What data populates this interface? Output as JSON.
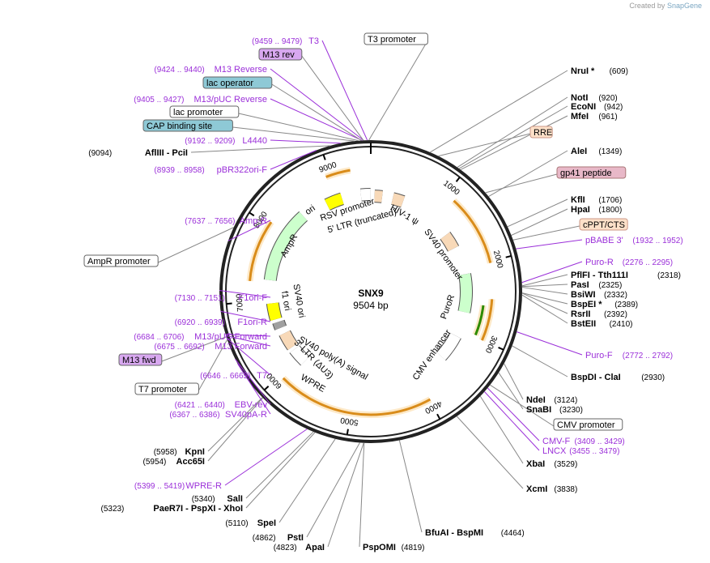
{
  "credit": {
    "prefix": "Created by",
    "brand": "SnapGene"
  },
  "plasmid": {
    "name": "SNX9",
    "length": "9504 bp",
    "total": 9504
  },
  "ticks": [
    "1000",
    "2000",
    "3000",
    "4000",
    "5000",
    "6000",
    "7000",
    "8000",
    "9000"
  ],
  "sites": [
    {
      "name": "NruI *",
      "pos": "(609)",
      "bp": 609,
      "side": "R"
    },
    {
      "name": "NotI",
      "pos": "(920)",
      "bp": 920,
      "side": "R"
    },
    {
      "name": "EcoNI",
      "pos": "(942)",
      "bp": 942,
      "side": "R"
    },
    {
      "name": "MfeI",
      "pos": "(961)",
      "bp": 961,
      "side": "R"
    },
    {
      "name": "AleI",
      "pos": "(1349)",
      "bp": 1349,
      "side": "R"
    },
    {
      "name": "KflI",
      "pos": "(1706)",
      "bp": 1706,
      "side": "R"
    },
    {
      "name": "HpaI",
      "pos": "(1800)",
      "bp": 1800,
      "side": "R"
    },
    {
      "name": "PflFI - Tth111I",
      "pos": "(2318)",
      "bp": 2318,
      "side": "R"
    },
    {
      "name": "PasI",
      "pos": "(2325)",
      "bp": 2325,
      "side": "R"
    },
    {
      "name": "BsiWI",
      "pos": "(2332)",
      "bp": 2332,
      "side": "R"
    },
    {
      "name": "BspEI *",
      "pos": "(2389)",
      "bp": 2389,
      "side": "R"
    },
    {
      "name": "RsrII",
      "pos": "(2392)",
      "bp": 2392,
      "side": "R"
    },
    {
      "name": "BstEII",
      "pos": "(2410)",
      "bp": 2410,
      "side": "R"
    },
    {
      "name": "BspDI - ClaI",
      "pos": "(2930)",
      "bp": 2930,
      "side": "R"
    },
    {
      "name": "NdeI",
      "pos": "(3124)",
      "bp": 3124,
      "side": "R"
    },
    {
      "name": "SnaBI",
      "pos": "(3230)",
      "bp": 3230,
      "side": "R"
    },
    {
      "name": "XbaI",
      "pos": "(3529)",
      "bp": 3529,
      "side": "R"
    },
    {
      "name": "XcmI",
      "pos": "(3838)",
      "bp": 3838,
      "side": "R"
    },
    {
      "name": "BfuAI - BspMI",
      "pos": "(4464)",
      "bp": 4464,
      "side": "R"
    },
    {
      "name": "PspOMI",
      "pos": "(4819)",
      "bp": 4819,
      "side": "R"
    },
    {
      "name": "ApaI",
      "pos": "(4823)",
      "bp": 4823,
      "side": "L"
    },
    {
      "name": "PstI",
      "pos": "(4862)",
      "bp": 4862,
      "side": "L"
    },
    {
      "name": "SpeI",
      "pos": "(5110)",
      "bp": 5110,
      "side": "L"
    },
    {
      "name": "PaeR7I - PspXI - XhoI",
      "pos": "(5323)",
      "bp": 5323,
      "side": "L"
    },
    {
      "name": "SalI",
      "pos": "(5340)",
      "bp": 5340,
      "side": "L"
    },
    {
      "name": "Acc65I",
      "pos": "(5954)",
      "bp": 5954,
      "side": "L"
    },
    {
      "name": "KpnI",
      "pos": "(5958)",
      "bp": 5958,
      "side": "L"
    },
    {
      "name": "AflIII - PciI",
      "pos": "(9094)",
      "bp": 9094,
      "side": "L"
    }
  ],
  "primers": [
    {
      "name": "T3",
      "pos": "(9459 .. 9479)",
      "bp": 9469
    },
    {
      "name": "M13 Reverse",
      "pos": "(9424 .. 9440)",
      "bp": 9432
    },
    {
      "name": "M13/pUC Reverse",
      "pos": "(9405 .. 9427)",
      "bp": 9416
    },
    {
      "name": "L4440",
      "pos": "(9192 .. 9209)",
      "bp": 9200
    },
    {
      "name": "pBR322ori-F",
      "pos": "(8939 .. 8958)",
      "bp": 8948
    },
    {
      "name": "Amp-R",
      "pos": "(7637 .. 7656)",
      "bp": 7646
    },
    {
      "name": "F1ori-F",
      "pos": "(7130 .. 7151)",
      "bp": 7140
    },
    {
      "name": "F1ori-R",
      "pos": "(6920 .. 6939)",
      "bp": 6930
    },
    {
      "name": "M13/pUC Forward",
      "pos": "(6684 .. 6706)",
      "bp": 6695
    },
    {
      "name": "M13 Forward",
      "pos": "(6675 .. 6692)",
      "bp": 6683
    },
    {
      "name": "T7",
      "pos": "(6646 .. 6665)",
      "bp": 6655
    },
    {
      "name": "EBV-rev",
      "pos": "(6421 .. 6440)",
      "bp": 6430
    },
    {
      "name": "SV40pA-R",
      "pos": "(6367 .. 6386)",
      "bp": 6376
    },
    {
      "name": "WPRE-R",
      "pos": "(5399 .. 5419)",
      "bp": 5409
    },
    {
      "name": "pBABE 3'",
      "pos": "(1932 .. 1952)",
      "bp": 1942
    },
    {
      "name": "Puro-R",
      "pos": "(2276 .. 2295)",
      "bp": 2285
    },
    {
      "name": "Puro-F",
      "pos": "(2772 .. 2792)",
      "bp": 2782
    },
    {
      "name": "CMV-F",
      "pos": "(3409 .. 3429)",
      "bp": 3419
    },
    {
      "name": "LNCX",
      "pos": "(3455 .. 3479)",
      "bp": 3467
    }
  ],
  "boxes": [
    {
      "name": "T3 promoter",
      "style": "white",
      "bp": 9485
    },
    {
      "name": "M13 rev",
      "style": "purple",
      "bp": 9430
    },
    {
      "name": "lac operator",
      "style": "teal",
      "bp": 9410
    },
    {
      "name": "lac promoter",
      "style": "white",
      "bp": 9380
    },
    {
      "name": "CAP binding site",
      "style": "teal",
      "bp": 9340
    },
    {
      "name": "RRE",
      "style": "peach",
      "bp": 700
    },
    {
      "name": "gp41 peptide",
      "style": "pink",
      "bp": 1300
    },
    {
      "name": "cPPT/CTS",
      "style": "peach",
      "bp": 1850
    },
    {
      "name": "AmpR promoter",
      "style": "white",
      "bp": 7790
    },
    {
      "name": "M13 fwd",
      "style": "purple",
      "bp": 6670
    },
    {
      "name": "T7 promoter",
      "style": "white",
      "bp": 6640
    },
    {
      "name": "CMV promoter",
      "style": "white",
      "bp": 3380
    }
  ],
  "features": [
    {
      "label": "ori",
      "color": "#ffff00"
    },
    {
      "label": "AmpR",
      "color": "#ccffcc"
    },
    {
      "label": "RSV promoter",
      "color": "#ffffff"
    },
    {
      "label": "5' LTR (truncated)",
      "color": "#f8d9b8"
    },
    {
      "label": "HIV-1 ψ",
      "color": "#f8d9b8"
    },
    {
      "label": "SV40 promoter",
      "color": "#f8d9b8"
    },
    {
      "label": "PuroR",
      "color": "#ccffcc"
    },
    {
      "label": "CMV enhancer",
      "color": "#ffffff"
    },
    {
      "label": "f1 ori",
      "color": "#ffff00"
    },
    {
      "label": "SV40 ori",
      "color": "#ffff00"
    },
    {
      "label": "SV40 poly(A) signal",
      "color": "#a0a0a0"
    },
    {
      "label": "3' LTR (ΔU3)",
      "color": "#f8d9b8"
    },
    {
      "label": "WPRE",
      "color": "#ffffff"
    }
  ],
  "colors": {
    "primer": "#9b30d9",
    "orf": "#d98c1a",
    "orf_fill": "#fde9c8",
    "puro_orf": "#2e8b00",
    "purple_box": "#d8a8f0",
    "teal_box": "#8ec9d6",
    "peach_box": "#fde0c8",
    "pink_box": "#e8b8c8"
  }
}
